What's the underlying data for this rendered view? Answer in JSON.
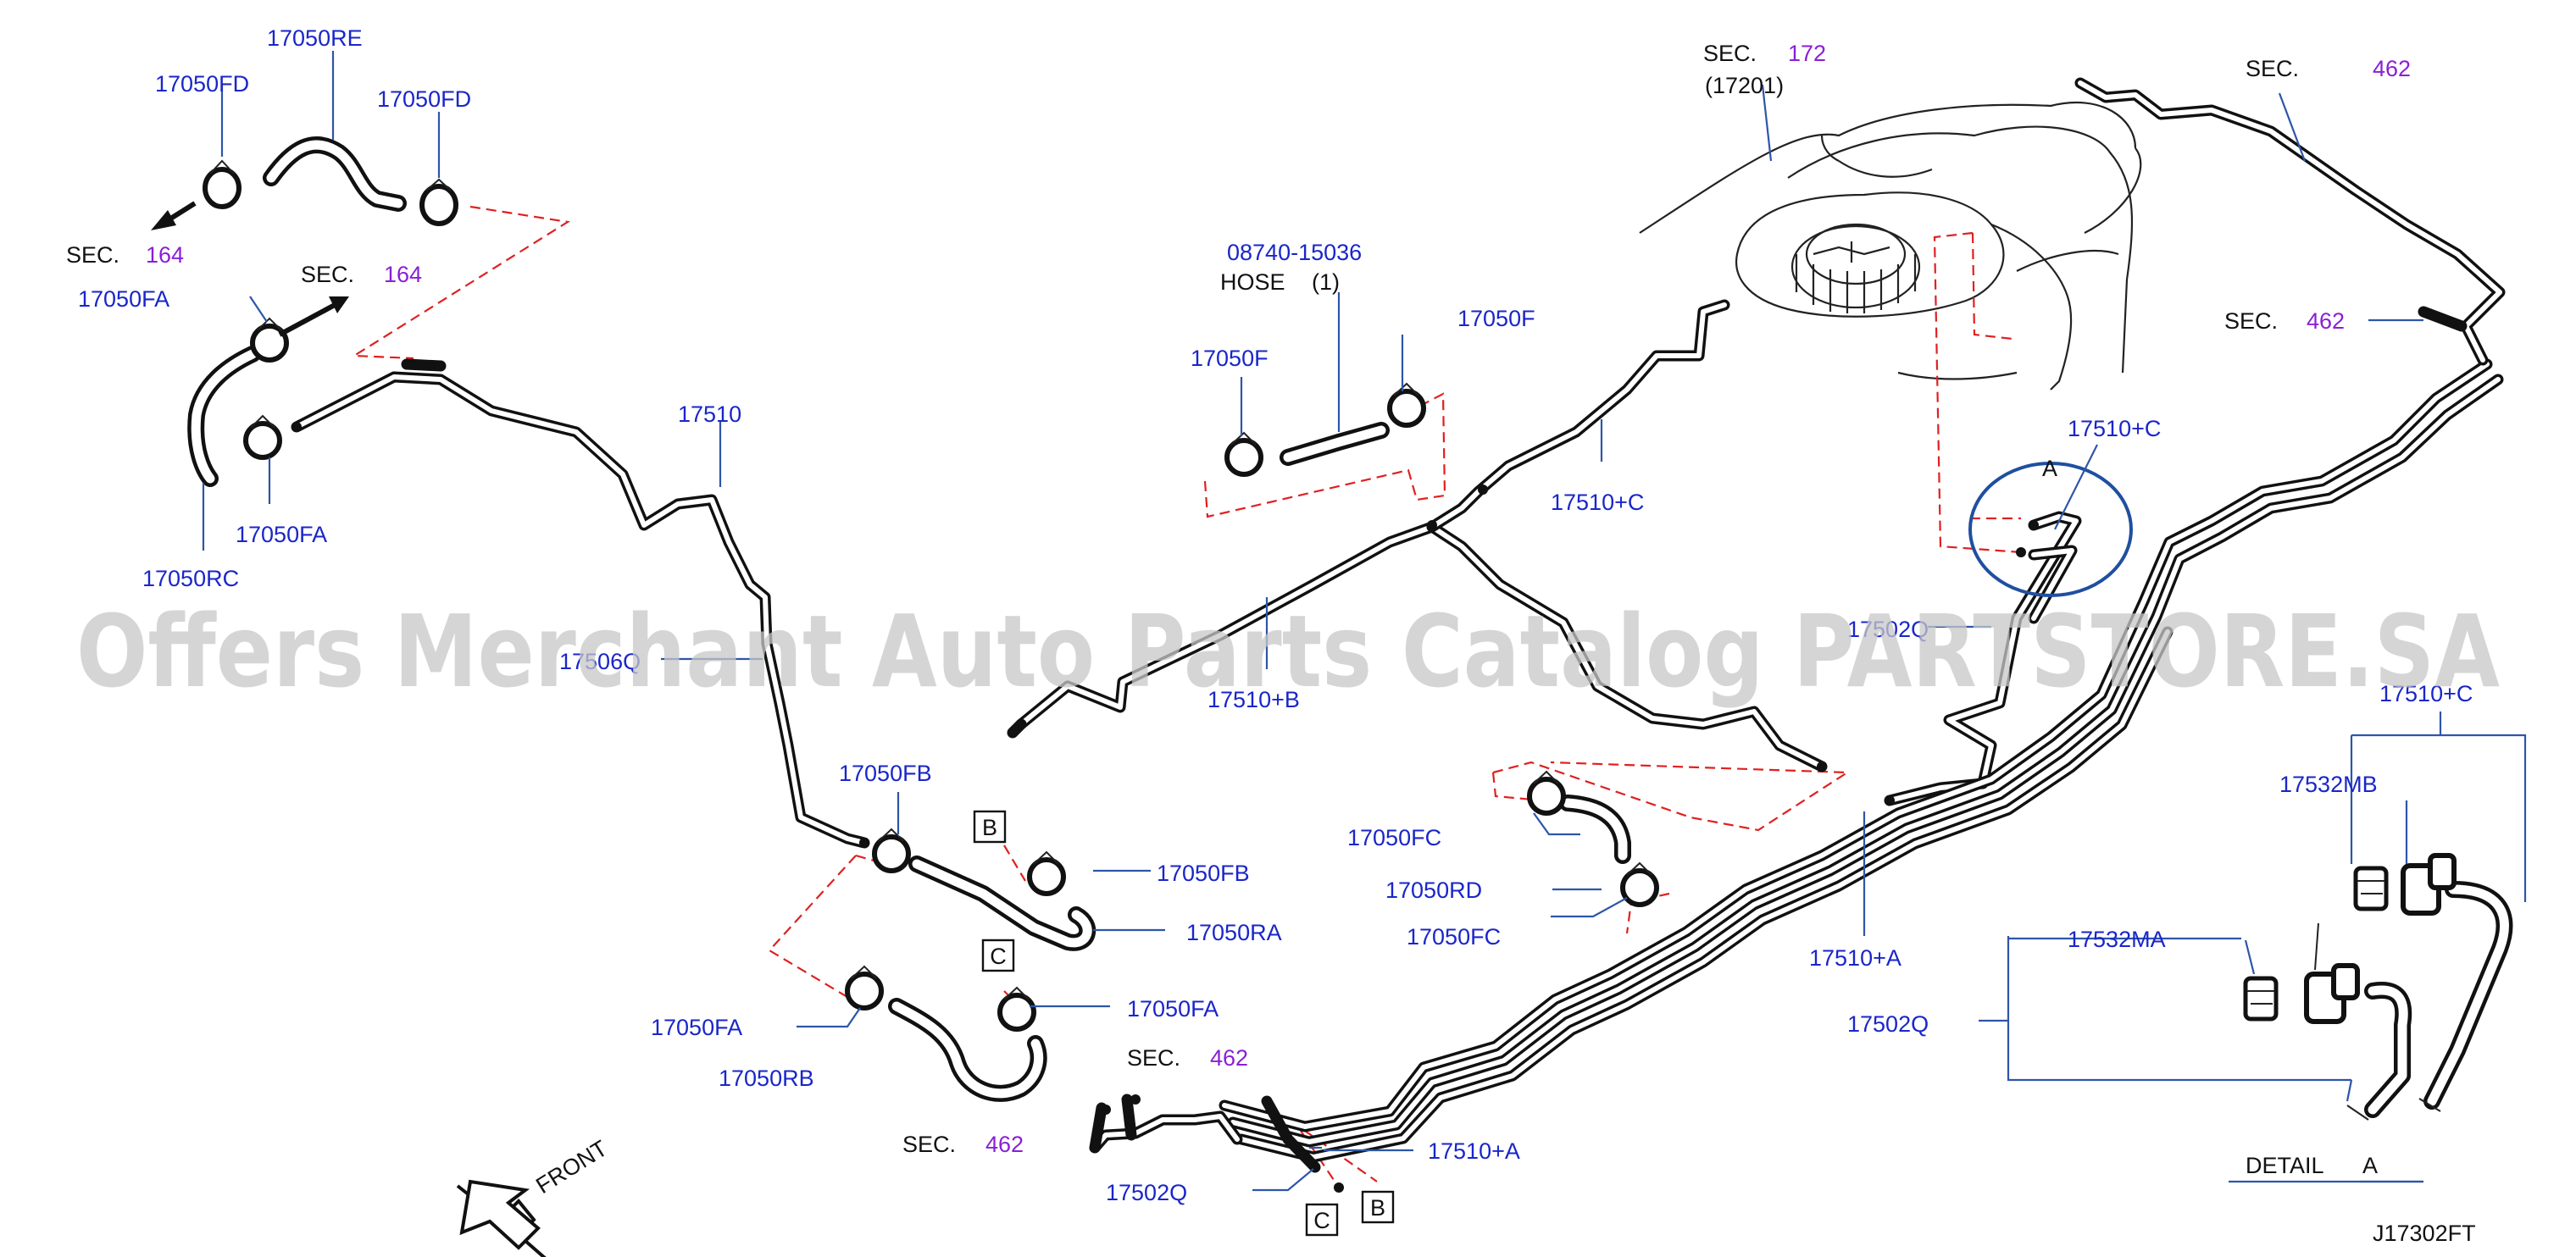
{
  "watermark": "Offers Merchant Auto Parts Catalog PARTSTORE.SA",
  "diagram_code": "J17302FT",
  "front_label": "FRONT",
  "detail_label": "DETAIL",
  "detail_letter": "A",
  "hose_label": "HOSE",
  "hose_qty": "(1)",
  "sec_word": "SEC.",
  "sections": {
    "s164": "164",
    "s172": "172",
    "s462": "462",
    "s17201": "(17201)"
  },
  "callouts": {
    "a": "A",
    "b": "B",
    "c": "C"
  },
  "parts": {
    "p17050re": "17050RE",
    "p17050fd": "17050FD",
    "p17050fa": "17050FA",
    "p17050rc": "17050RC",
    "p17510": "17510",
    "p17506q": "17506Q",
    "p17050fb": "17050FB",
    "p17050ra": "17050RA",
    "p17050rb": "17050RB",
    "p08740": "08740-15036",
    "p17050f": "17050F",
    "p17510b": "17510+B",
    "p17510c": "17510+C",
    "p17502q": "17502Q",
    "p17050fc": "17050FC",
    "p17050rd": "17050RD",
    "p17510a": "17510+A",
    "p17532mb": "17532MB",
    "p17532ma": "17532MA"
  },
  "colors": {
    "part_number": "#1a26c9",
    "section_number": "#8a1fd6",
    "dashed_guide": "#e02020",
    "leader": "#2e55a8",
    "detail_circle": "#1f4fa0"
  }
}
